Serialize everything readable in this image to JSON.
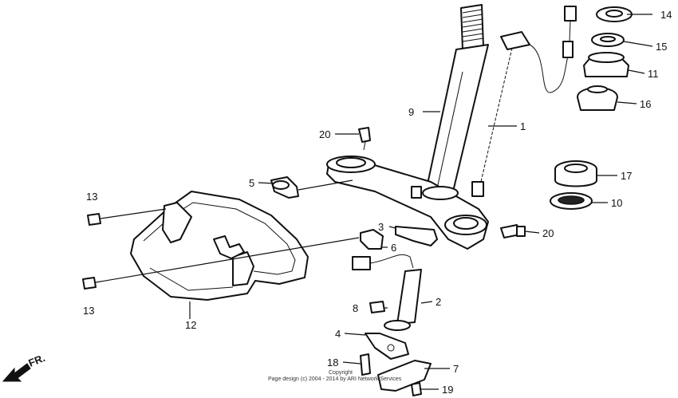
{
  "diagram": {
    "callouts": [
      {
        "id": "1",
        "label": "1"
      },
      {
        "id": "2",
        "label": "2"
      },
      {
        "id": "3",
        "label": "3"
      },
      {
        "id": "4",
        "label": "4"
      },
      {
        "id": "5",
        "label": "5"
      },
      {
        "id": "6",
        "label": "6"
      },
      {
        "id": "7",
        "label": "7"
      },
      {
        "id": "8",
        "label": "8"
      },
      {
        "id": "9",
        "label": "9"
      },
      {
        "id": "10",
        "label": "10"
      },
      {
        "id": "11",
        "label": "11"
      },
      {
        "id": "12",
        "label": "12"
      },
      {
        "id": "13a",
        "label": "13"
      },
      {
        "id": "13b",
        "label": "13"
      },
      {
        "id": "14",
        "label": "14"
      },
      {
        "id": "15",
        "label": "15"
      },
      {
        "id": "16",
        "label": "16"
      },
      {
        "id": "17",
        "label": "17"
      },
      {
        "id": "18",
        "label": "18"
      },
      {
        "id": "19",
        "label": "19"
      },
      {
        "id": "20a",
        "label": "20"
      },
      {
        "id": "20b",
        "label": "20"
      }
    ],
    "front_marker": "FR.",
    "copyright_line1": "Copyright",
    "copyright_line2": "Page design (c) 2004 - 2014 by ARI Network Services"
  }
}
